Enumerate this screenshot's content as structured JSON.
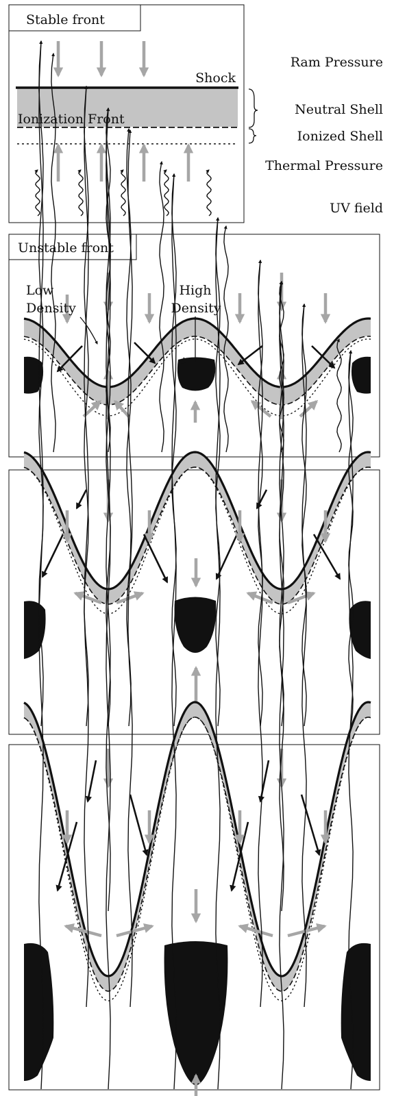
{
  "panels": {
    "stable": {
      "title": "Stable front",
      "shock_label": "Shock",
      "ionization_front_label": "Ionization Front"
    },
    "unstable": {
      "title": "Unstable front",
      "low_density_label_line1": "Low",
      "low_density_label_line2": "Density",
      "high_density_label_line1": "High",
      "high_density_label_line2": "Density"
    }
  },
  "legend": {
    "ram_pressure": "Ram Pressure",
    "neutral_shell": "Neutral Shell",
    "ionized_shell": "Ionized Shell",
    "thermal_pressure": "Thermal Pressure",
    "uv_field": "UV field"
  },
  "colors": {
    "shell_fill": "#c4c4c4",
    "arrow_gray": "#a6a6a6",
    "ink": "#111111"
  }
}
